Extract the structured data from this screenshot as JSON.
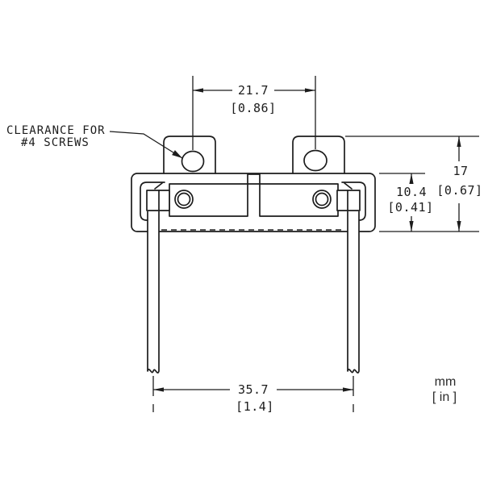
{
  "drawing": {
    "callout": {
      "line1": "CLEARANCE FOR",
      "line2": "#4 SCREWS"
    },
    "dimensions": {
      "hole_spacing": {
        "mm": "21.7",
        "inch": "[0.86]"
      },
      "body_height": {
        "mm": "10.4",
        "inch": "[0.41]"
      },
      "overall_height": {
        "mm": "17",
        "inch": "[0.67]"
      },
      "lead_spacing": {
        "mm": "35.7",
        "inch": "[1.4]"
      }
    },
    "units_note": {
      "primary": "mm",
      "secondary": "[ in ]"
    },
    "colors": {
      "line": "#1c1c1c",
      "units_text": "#2b2b2b",
      "background": "#ffffff"
    }
  }
}
